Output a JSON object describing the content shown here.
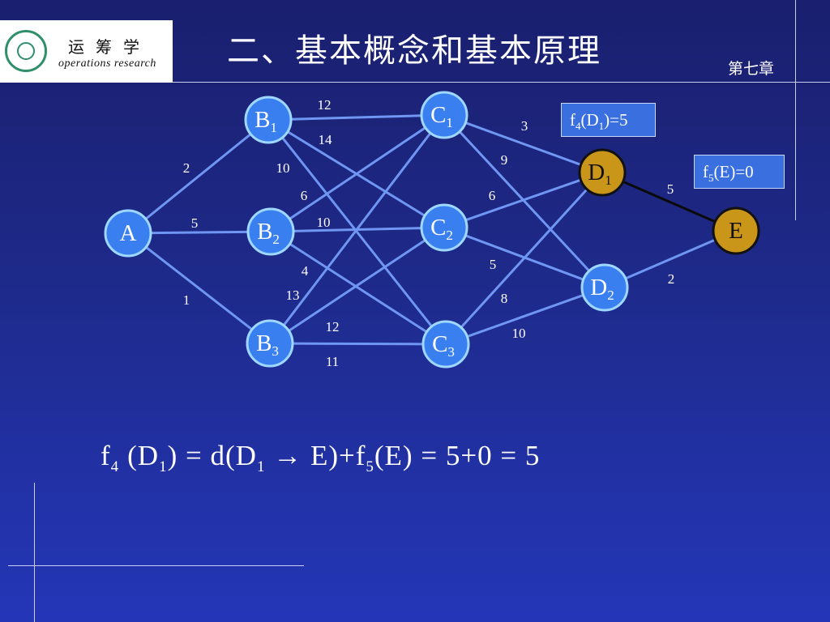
{
  "header": {
    "logo_cn": "运筹学",
    "logo_en": "operations research",
    "title": "二、基本概念和基本原理",
    "chapter": "第七章"
  },
  "colors": {
    "node_blue": "#3a7ff0",
    "node_blue_border": "#9fd8ff",
    "node_gold": "#c9961a",
    "edge": "#6f96f2",
    "edge_highlight": "#0a0a0a",
    "callout_bg": "#3a6fe0"
  },
  "diagram": {
    "nodes": [
      {
        "id": "A",
        "base": "A",
        "sub": "",
        "color": "blue"
      },
      {
        "id": "B1",
        "base": "B",
        "sub": "1",
        "color": "blue"
      },
      {
        "id": "B2",
        "base": "B",
        "sub": "2",
        "color": "blue"
      },
      {
        "id": "B3",
        "base": "B",
        "sub": "3",
        "color": "blue"
      },
      {
        "id": "C1",
        "base": "C",
        "sub": "1",
        "color": "blue"
      },
      {
        "id": "C2",
        "base": "C",
        "sub": "2",
        "color": "blue"
      },
      {
        "id": "C3",
        "base": "C",
        "sub": "3",
        "color": "blue"
      },
      {
        "id": "D1",
        "base": "D",
        "sub": "1",
        "color": "gold"
      },
      {
        "id": "D2",
        "base": "D",
        "sub": "2",
        "color": "blue"
      },
      {
        "id": "E",
        "base": "E",
        "sub": "",
        "color": "gold"
      }
    ],
    "edges": [
      {
        "from": "A",
        "to": "B1",
        "weight": "2"
      },
      {
        "from": "A",
        "to": "B2",
        "weight": "5"
      },
      {
        "from": "A",
        "to": "B3",
        "weight": "1"
      },
      {
        "from": "B1",
        "to": "C1",
        "weight": "12"
      },
      {
        "from": "B1",
        "to": "C2",
        "weight": "14"
      },
      {
        "from": "B1",
        "to": "C3",
        "weight": "10"
      },
      {
        "from": "B2",
        "to": "C1",
        "weight": "6"
      },
      {
        "from": "B2",
        "to": "C2",
        "weight": "10"
      },
      {
        "from": "B2",
        "to": "C3",
        "weight": "4"
      },
      {
        "from": "B3",
        "to": "C1",
        "weight": "13"
      },
      {
        "from": "B3",
        "to": "C2",
        "weight": "12"
      },
      {
        "from": "B3",
        "to": "C3",
        "weight": "11"
      },
      {
        "from": "C1",
        "to": "D1",
        "weight": "3"
      },
      {
        "from": "C1",
        "to": "D2",
        "weight": "9"
      },
      {
        "from": "C2",
        "to": "D1",
        "weight": "6"
      },
      {
        "from": "C2",
        "to": "D2",
        "weight": "5"
      },
      {
        "from": "C3",
        "to": "D1",
        "weight": "8"
      },
      {
        "from": "C3",
        "to": "D2",
        "weight": "10"
      },
      {
        "from": "D1",
        "to": "E",
        "weight": "5",
        "highlight": true
      },
      {
        "from": "D2",
        "to": "E",
        "weight": "2"
      }
    ]
  },
  "callouts": {
    "f4": {
      "f": "f",
      "fsub": "4",
      "arg_base": "D",
      "arg_sub": "1",
      "rest": ")=5"
    },
    "f5": {
      "f": "f",
      "fsub": "5",
      "arg": "(E)=0"
    }
  },
  "formula": {
    "lhs_f": "f",
    "lhs_sub": "4",
    "lhs_open": "(D",
    "lhs_arg_sub": "1",
    "lhs_close": ")",
    "eq1": "=",
    "d": "d(D",
    "d_sub": "1",
    "arrow": "→",
    "d_close": "E)",
    "plus1": "+",
    "f5": "f",
    "f5_sub": "5",
    "f5_arg": "(E)",
    "eq2": "=",
    "v1": "5",
    "plus2": "+",
    "v2": "0",
    "eq3": "=",
    "result": "5"
  }
}
